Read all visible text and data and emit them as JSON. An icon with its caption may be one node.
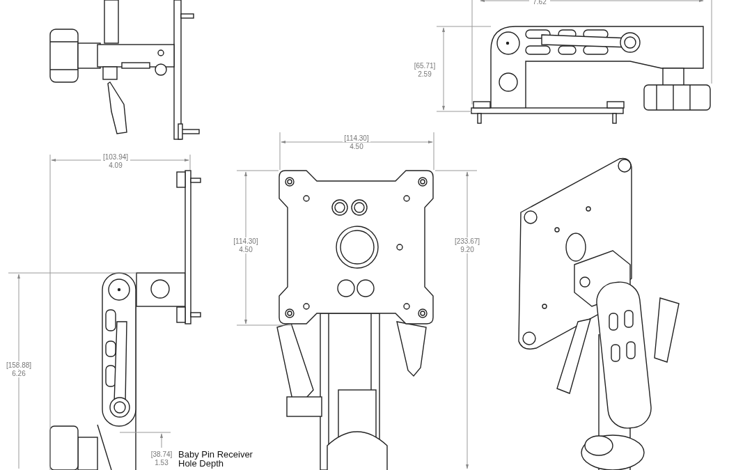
{
  "diagram": {
    "labels": [
      "7.62",
      "[65.71]",
      "2.59",
      "[103.94]",
      "4.09",
      "[114.30]",
      "4.50",
      "[114.30]",
      "4.50",
      "[233.67]",
      "9.20",
      "[158.88]",
      "6.26",
      "[38.74]",
      "1.53",
      "Baby Pin Receiver Hole Depth"
    ]
  }
}
